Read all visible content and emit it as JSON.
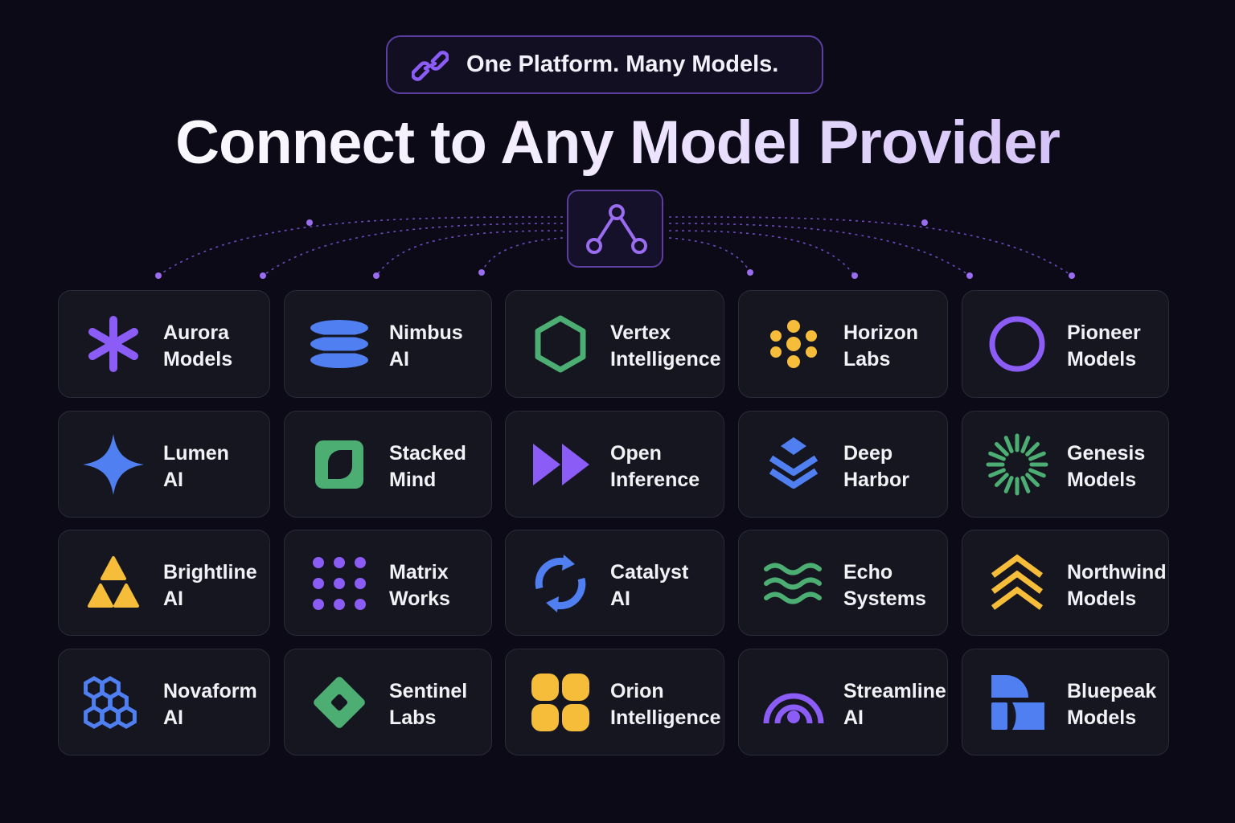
{
  "tagline": "One Platform. Many Models.",
  "headline": "Connect to Any Model Provider",
  "colors": {
    "background": "#0b0a16",
    "accent": "#8b5cf6",
    "card": "#15161f",
    "purple": "#8b5cf6",
    "blue": "#4f7ff0",
    "green": "#4cae72",
    "yellow": "#f6bd3b"
  },
  "providers": [
    {
      "line1": "Aurora",
      "line2": "Models",
      "icon": "asterisk-icon",
      "color": "#8b5cf6"
    },
    {
      "line1": "Nimbus",
      "line2": "AI",
      "icon": "stacked-ovals-icon",
      "color": "#4f7ff0"
    },
    {
      "line1": "Vertex",
      "line2": "Intelligence",
      "icon": "hexagon-icon",
      "color": "#4cae72"
    },
    {
      "line1": "Horizon",
      "line2": "Labs",
      "icon": "dot-cluster-icon",
      "color": "#f6bd3b"
    },
    {
      "line1": "Pioneer",
      "line2": "Models",
      "icon": "ring-icon",
      "color": "#8b5cf6"
    },
    {
      "line1": "Lumen",
      "line2": "AI",
      "icon": "four-point-star-icon",
      "color": "#4f7ff0"
    },
    {
      "line1": "Stacked",
      "line2": "Mind",
      "icon": "rounded-square-icon",
      "color": "#4cae72"
    },
    {
      "line1": "Open",
      "line2": "Inference",
      "icon": "fast-forward-icon",
      "color": "#8b5cf6"
    },
    {
      "line1": "Deep",
      "line2": "Harbor",
      "icon": "layers-icon",
      "color": "#4f7ff0"
    },
    {
      "line1": "Genesis",
      "line2": "Models",
      "icon": "starburst-icon",
      "color": "#4cae72"
    },
    {
      "line1": "Brightline",
      "line2": "AI",
      "icon": "triangles-icon",
      "color": "#f6bd3b"
    },
    {
      "line1": "Matrix",
      "line2": "Works",
      "icon": "dot-grid-icon",
      "color": "#8b5cf6"
    },
    {
      "line1": "Catalyst",
      "line2": "AI",
      "icon": "circular-arrows-icon",
      "color": "#4f7ff0"
    },
    {
      "line1": "Echo",
      "line2": "Systems",
      "icon": "waves-icon",
      "color": "#4cae72"
    },
    {
      "line1": "Northwind",
      "line2": "Models",
      "icon": "chevrons-up-icon",
      "color": "#f6bd3b"
    },
    {
      "line1": "Novaform",
      "line2": "AI",
      "icon": "honeycomb-icon",
      "color": "#4f7ff0"
    },
    {
      "line1": "Sentinel",
      "line2": "Labs",
      "icon": "diamond-icon",
      "color": "#4cae72"
    },
    {
      "line1": "Orion",
      "line2": "Intelligence",
      "icon": "clover-icon",
      "color": "#f6bd3b"
    },
    {
      "line1": "Streamline",
      "line2": "AI",
      "icon": "rainbow-arcs-icon",
      "color": "#8b5cf6"
    },
    {
      "line1": "Bluepeak",
      "line2": "Models",
      "icon": "quarter-shapes-icon",
      "color": "#4f7ff0"
    }
  ]
}
